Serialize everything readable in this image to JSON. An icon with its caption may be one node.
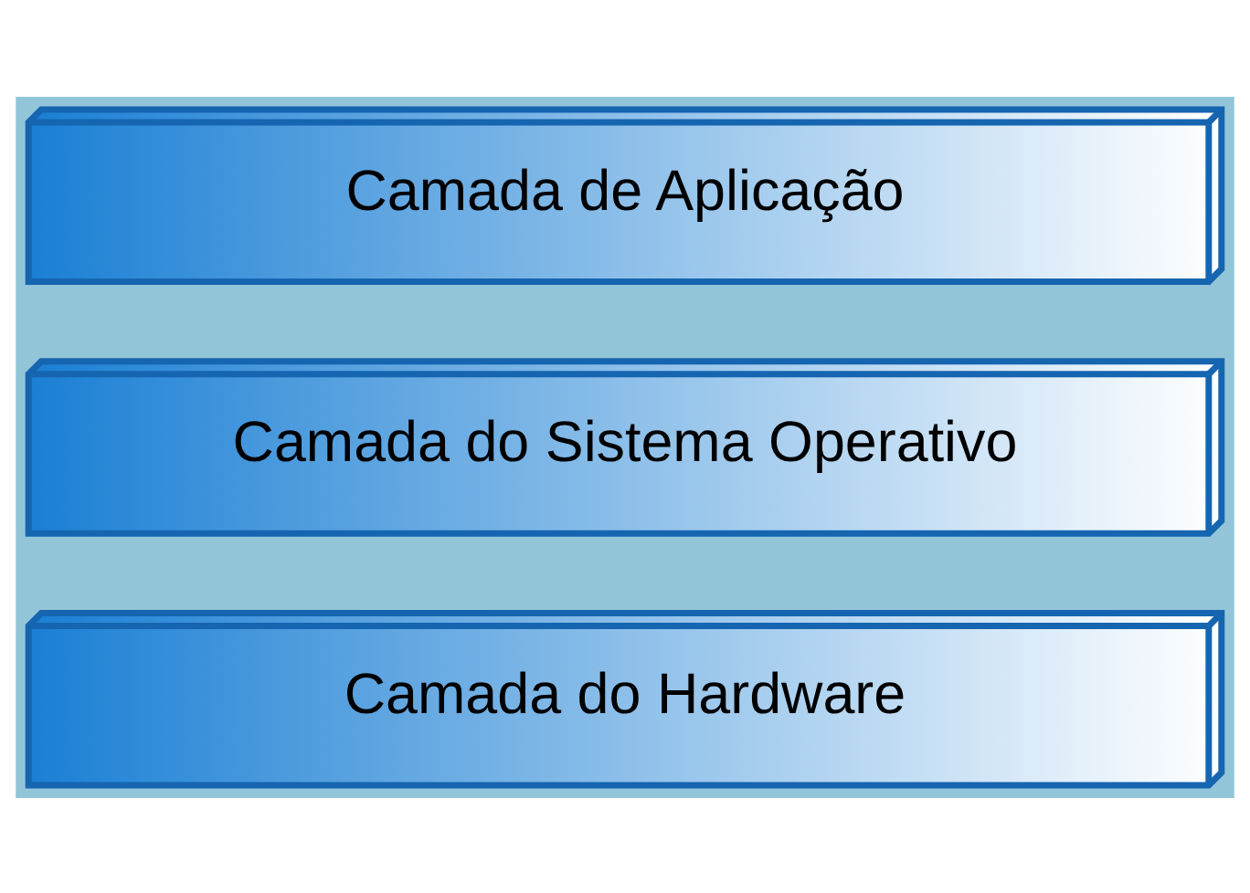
{
  "diagram": {
    "nodes": [
      {
        "text": [
          "Camada de Aplicação"
        ]
      },
      {
        "text": [
          "Camada do Sistema Operativo"
        ]
      },
      {
        "text": [
          "Camada do Hardware"
        ]
      }
    ],
    "edges": []
  }
}
